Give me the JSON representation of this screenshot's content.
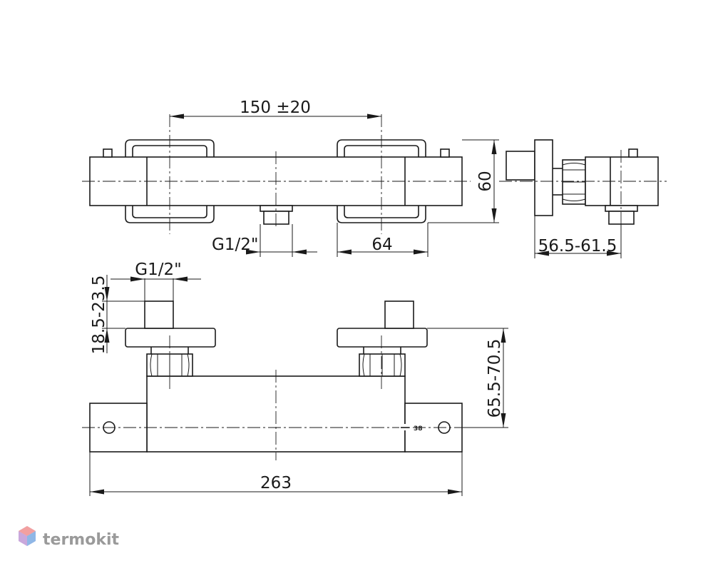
{
  "dimensions": {
    "spacing": "150 ±20",
    "height": "60",
    "thread_top": "G1/2\"",
    "width_64": "64",
    "depth": "56.5-61.5",
    "thread_front": "G1/2\"",
    "projection": "18.5-23.5",
    "offset": "65.5-70.5",
    "length": "263"
  },
  "handle_mark": "38",
  "brand": {
    "name": "termokit",
    "colors": [
      "#f2a0a0",
      "#8fb7e6",
      "#c9a8dc"
    ]
  }
}
